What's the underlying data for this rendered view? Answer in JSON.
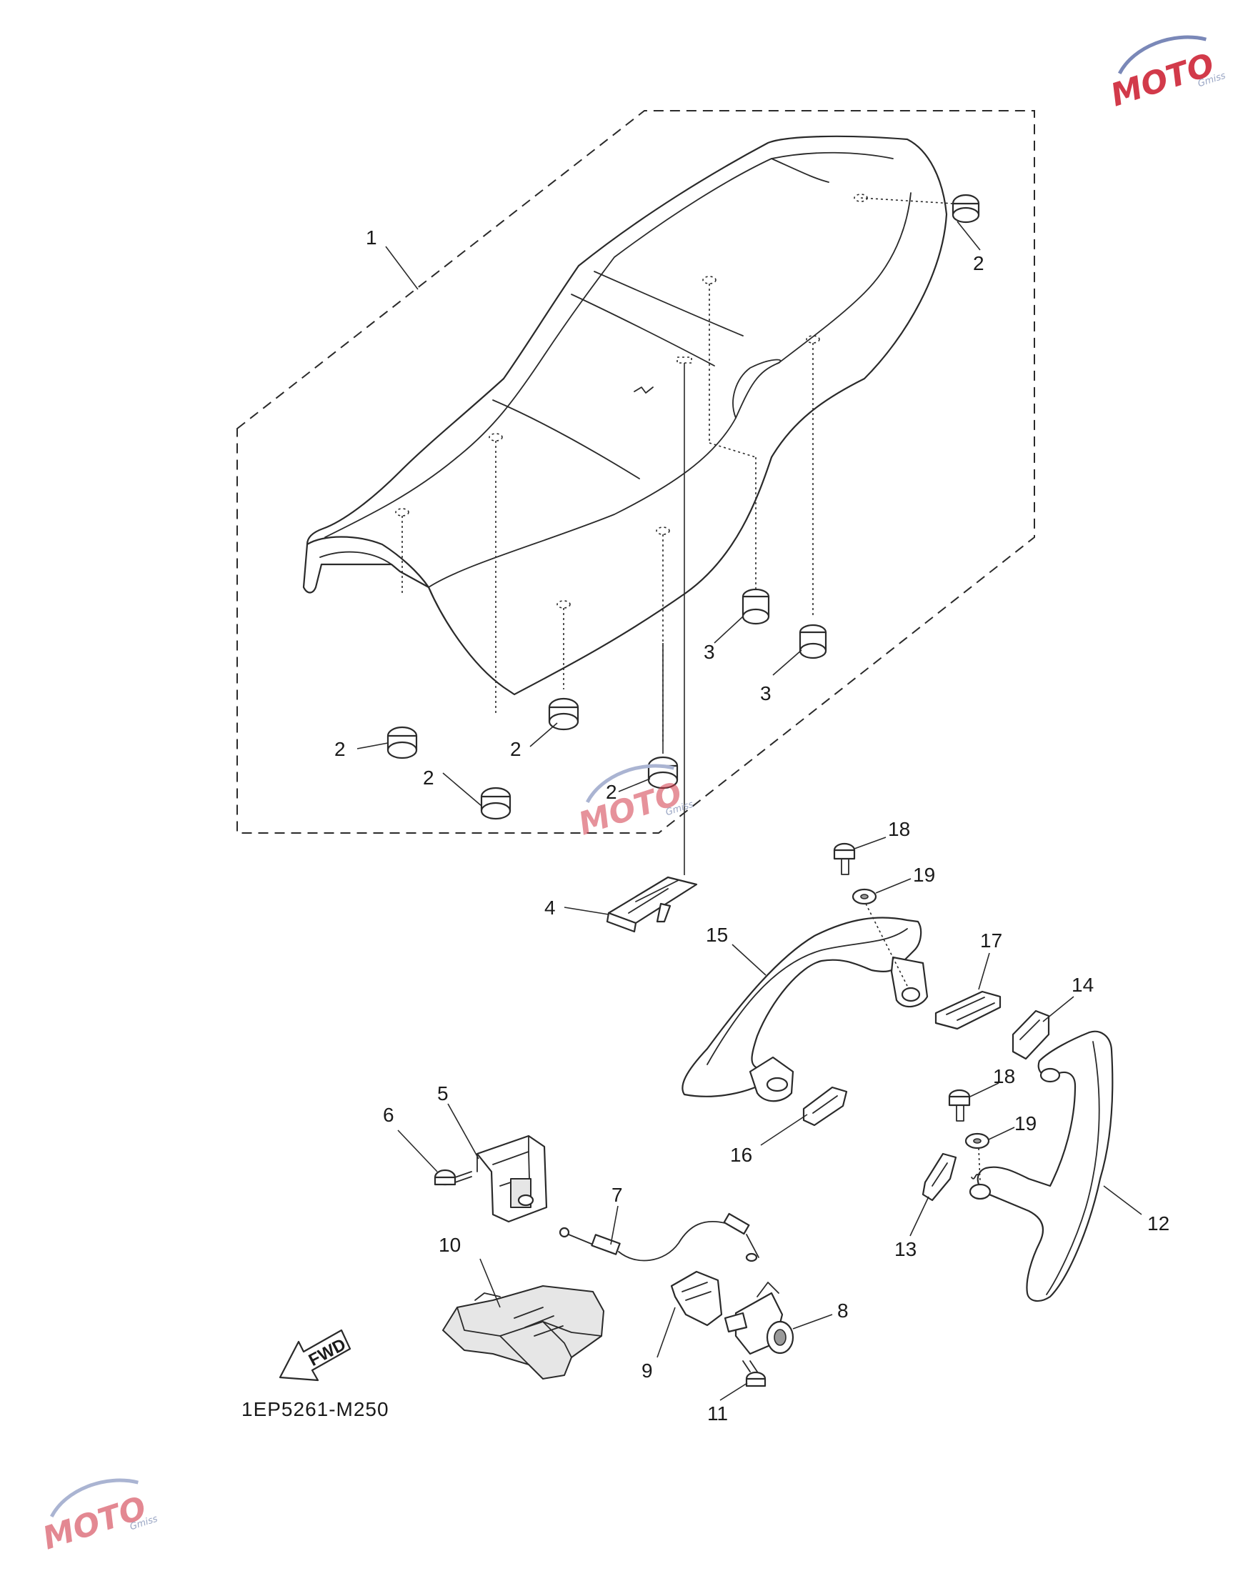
{
  "diagram_code": "1EP5261-M250",
  "fwd_label": "FWD",
  "watermark": {
    "brand": "MOTO",
    "sub": "Gmiss"
  },
  "callouts": {
    "c1": "1",
    "c2a": "2",
    "c2b": "2",
    "c2c": "2",
    "c2d": "2",
    "c2e": "2",
    "c3a": "3",
    "c3b": "3",
    "c4": "4",
    "c5": "5",
    "c6": "6",
    "c7": "7",
    "c8": "8",
    "c9": "9",
    "c10": "10",
    "c11": "11",
    "c12": "12",
    "c13": "13",
    "c14": "14",
    "c15": "15",
    "c16": "16",
    "c17": "17",
    "c18a": "18",
    "c18b": "18",
    "c19a": "19",
    "c19b": "19"
  },
  "colors": {
    "line": "#2a2a2a",
    "watermark_red": "#d23a4a",
    "watermark_blue": "#7a88b8"
  }
}
